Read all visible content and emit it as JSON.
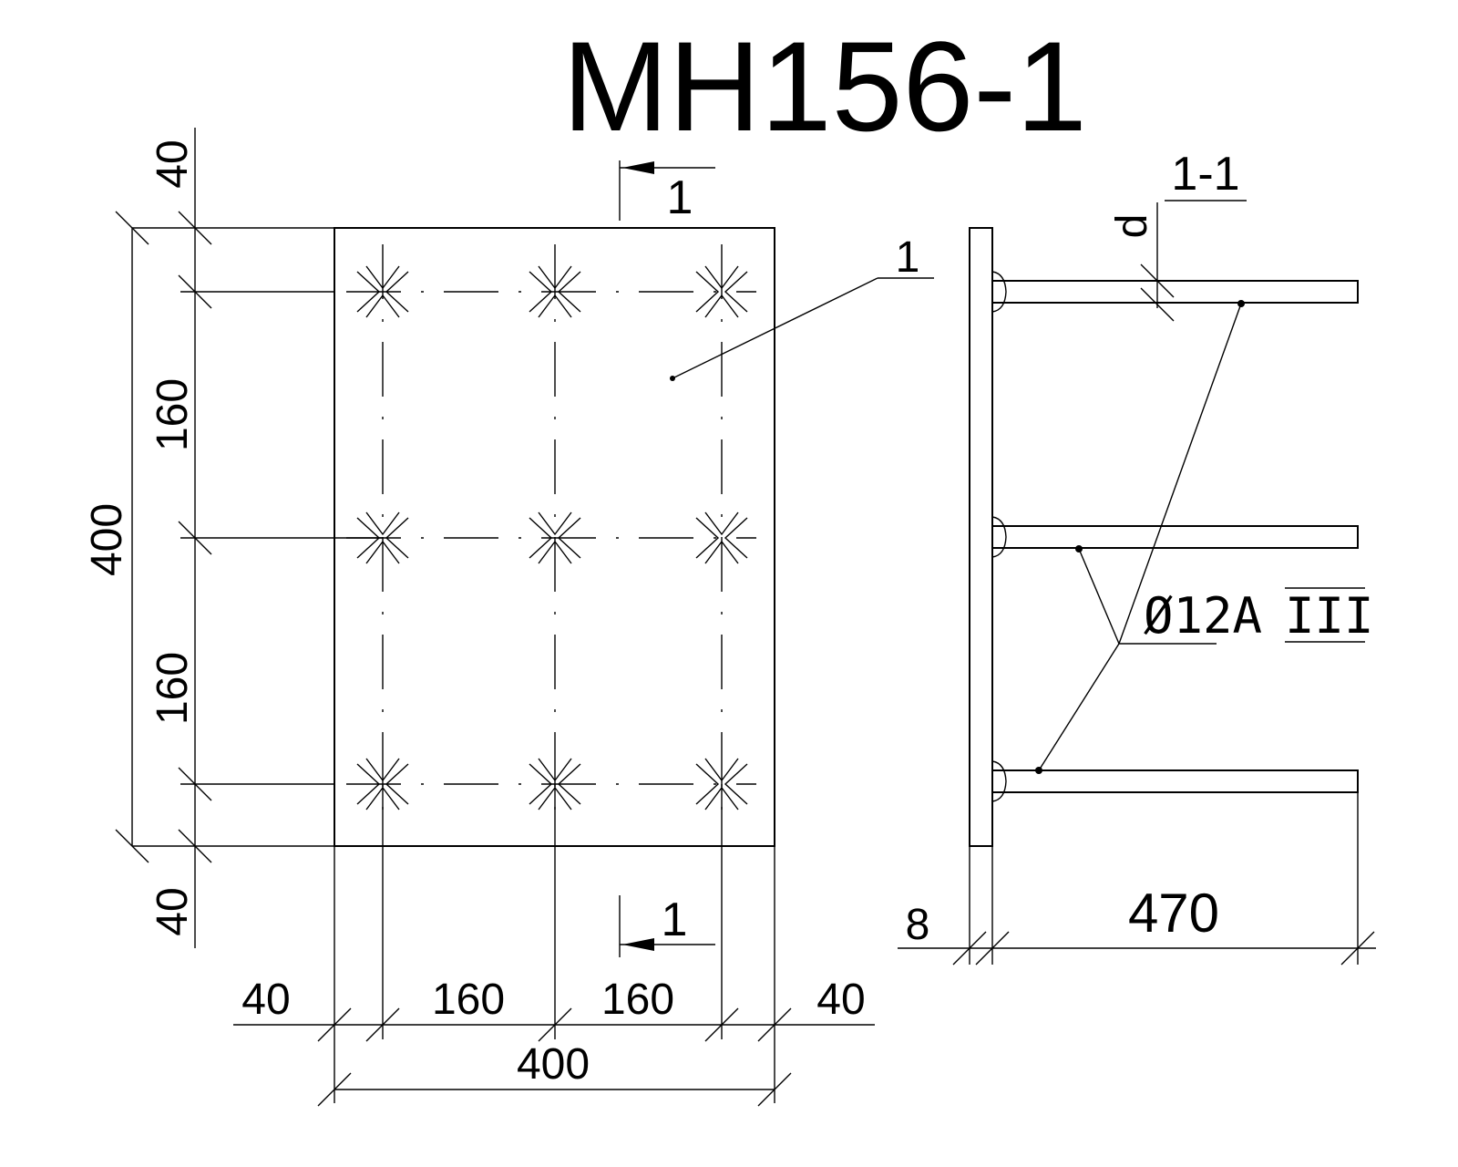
{
  "title": "MH156-1",
  "section_marker": "1",
  "section_title": "1-1",
  "part_number": "1",
  "thickness_symbol": "d",
  "rebar_label": "Ø12A",
  "rebar_class": "III",
  "dims": {
    "height_total": "400",
    "height_top_margin": "40",
    "height_top_spacing": "160",
    "height_bottom_spacing": "160",
    "height_bottom_margin": "40",
    "width_left_margin": "40",
    "width_spacing_1": "160",
    "width_spacing_2": "160",
    "width_right_margin": "40",
    "width_total": "400",
    "plate_thickness": "8",
    "anchor_length": "470"
  }
}
